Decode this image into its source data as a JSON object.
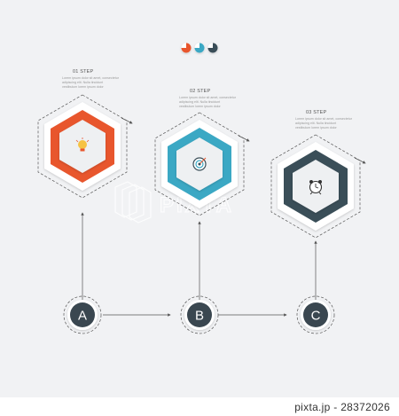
{
  "steps": [
    {
      "label": "01 STEP",
      "color": "#e8562d",
      "icon": "lightbulb-icon",
      "desc": [
        "Lorem ipsum dolor sit amet, consectetur",
        "adipiscing elit. Nulla tincidunt",
        "vestibulum lorem ipsum dolor"
      ]
    },
    {
      "label": "02 STEP",
      "color": "#3ba8c4",
      "icon": "target-icon",
      "desc": [
        "Lorem ipsum dolor sit amet, consectetur",
        "adipiscing elit. Nulla tincidunt",
        "vestibulum lorem ipsum dolor"
      ]
    },
    {
      "label": "03 STEP",
      "color": "#3a4e58",
      "icon": "alarm-clock-icon",
      "desc": [
        "Lorem ipsum dolor sit amet, consectetur",
        "adipiscing elit. Nulla tincidunt",
        "vestibulum lorem ipsum dolor"
      ]
    }
  ],
  "nodes": [
    {
      "letter": "A"
    },
    {
      "letter": "B"
    },
    {
      "letter": "C"
    }
  ],
  "legend_colors": [
    "#e8562d",
    "#3ba8c4",
    "#3a4e58"
  ],
  "watermark": {
    "text": "PIXTA"
  },
  "footer": {
    "brand": "pixta.jp",
    "id": "28372026"
  }
}
